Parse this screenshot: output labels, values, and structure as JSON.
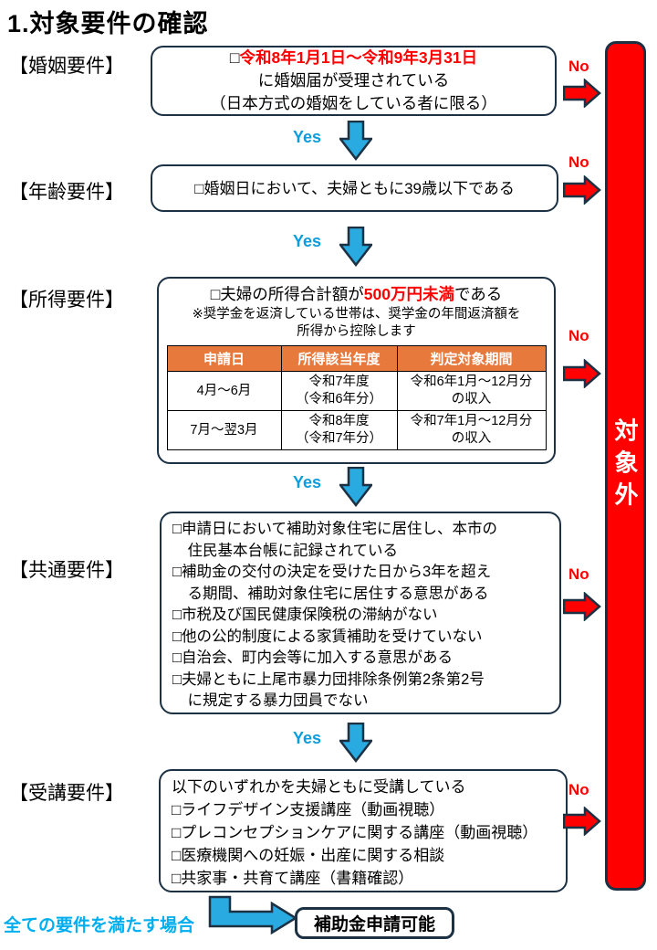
{
  "title": "1.対象要件の確認",
  "flow": {
    "yes_label": "Yes",
    "no_label": "No"
  },
  "colors": {
    "accent_navy": "#1C3144",
    "alert_red": "#FF0000",
    "table_header_orange": "#E8793D",
    "arrow_cyan": "#29ABE2",
    "condition_cyan": "#00AEEF"
  },
  "sections": {
    "marriage": {
      "label": "【婚姻要件】",
      "line1_check": "□",
      "line1_red": "令和8年1月1日～令和9年3月31日",
      "line2": "に婚姻届が受理されている",
      "line3": "（日本方式の婚姻をしている者に限る）"
    },
    "age": {
      "label": "【年齢要件】",
      "text": "□婚姻日において、夫婦ともに39歳以下である"
    },
    "income": {
      "label": "【所得要件】",
      "line1_prefix": "□夫婦の所得合計額が",
      "line1_red": "500万円未満",
      "line1_suffix": "である",
      "note": "※奨学金を返済している世帯は、奨学金の年間返済額を\n所得から控除します",
      "table": {
        "headers": [
          "申請日",
          "所得該当年度",
          "判定対象期間"
        ],
        "rows": [
          [
            "4月～6月",
            "令和7年度\n（令和6年分）",
            "令和6年1月～12月分\nの収入"
          ],
          [
            "7月～翌3月",
            "令和8年度\n（令和7年分）",
            "令和7年1月～12月分\nの収入"
          ]
        ]
      }
    },
    "common": {
      "label": "【共通要件】",
      "text": "□申請日において補助対象住宅に居住し、本市の\n　住民基本台帳に記録されている\n□補助金の交付の決定を受けた日から3年を超え\n　る期間、補助対象住宅に居住する意思がある\n□市税及び国民健康保険税の滞納がない\n□他の公的制度による家賃補助を受けていない\n□自治会、町内会等に加入する意思がある\n□夫婦ともに上尾市暴力団排除条例第2条第2号\n　に規定する暴力団員でない"
    },
    "course": {
      "label": "【受講要件】",
      "text": "以下のいずれかを夫婦ともに受講している\n□ライフデザイン支援講座（動画視聴）\n□プレコンセプションケアに関する講座（動画視聴）\n□医療機関への妊娠・出産に関する相談\n□共家事・共育て講座（書籍確認）"
    }
  },
  "excluded": {
    "bar_text": "対象外"
  },
  "result": {
    "condition_text": "全ての要件を満たす場合",
    "box_text": "補助金申請可能"
  }
}
